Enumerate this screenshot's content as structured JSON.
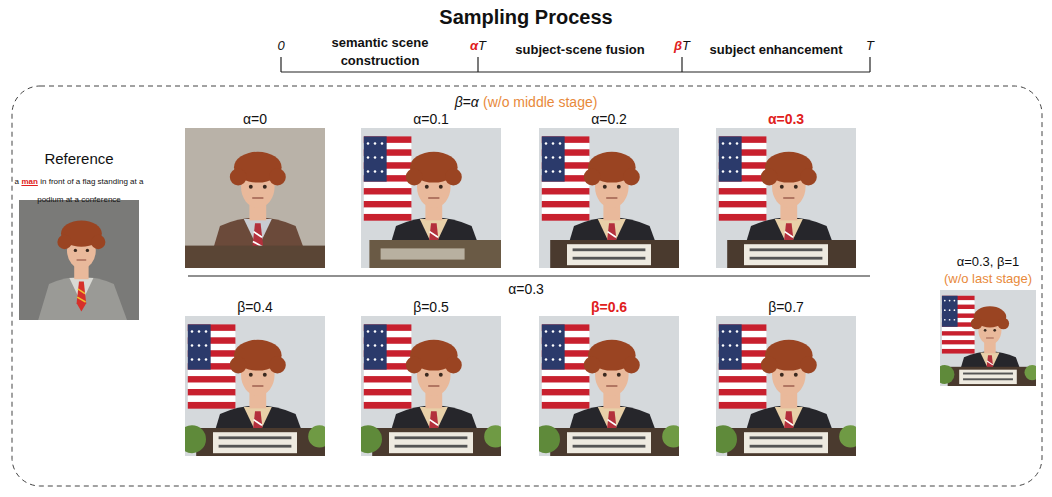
{
  "diagram": {
    "title": "Sampling Process",
    "labels": [
      "0",
      "α",
      "T",
      "β",
      "T",
      "T",
      "semantic scene construction",
      "subject-scene fusion",
      "subject enhancement",
      "β=α",
      "(w/o middle stage)",
      "α=0",
      "α=0.1",
      "α=0.2",
      "α=0.3",
      "Reference",
      "a",
      "man",
      "in front of a flag standing at a podium at a conference",
      "α=0.3",
      "β=0.4",
      "β=0.5",
      "β=0.6",
      "β=0.7",
      "α=0.3, β=1",
      "(w/o last stage)"
    ]
  }
}
